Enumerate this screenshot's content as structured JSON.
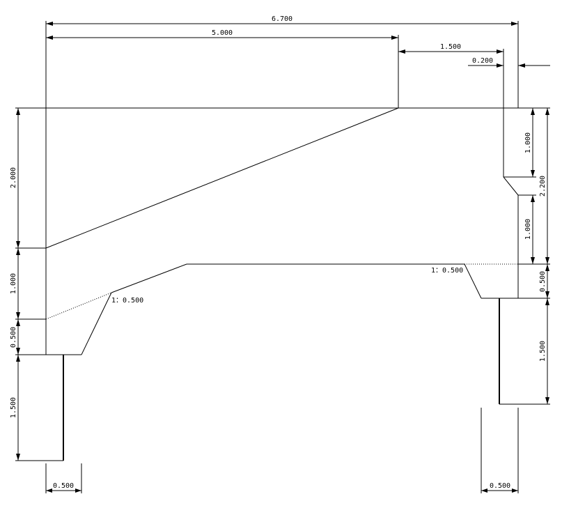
{
  "dimensions": {
    "overall_width": "6.700",
    "slope_run": "5.000",
    "right_offset": "1.500",
    "edge_offset": "0.200",
    "left_total_height": "2.000",
    "left_mid_height": "1.000",
    "left_low_height": "0.500",
    "left_footing_height": "1.500",
    "left_footing_width": "0.500",
    "right_upper_height": "1.000",
    "right_total_height": "2.200",
    "right_mid_height": "1.000",
    "right_low_height": "0.500",
    "right_footing_height": "1.500",
    "right_footing_width": "0.500"
  },
  "slopes": {
    "left_slope": "1：0.500",
    "right_slope": "1：0.500"
  }
}
